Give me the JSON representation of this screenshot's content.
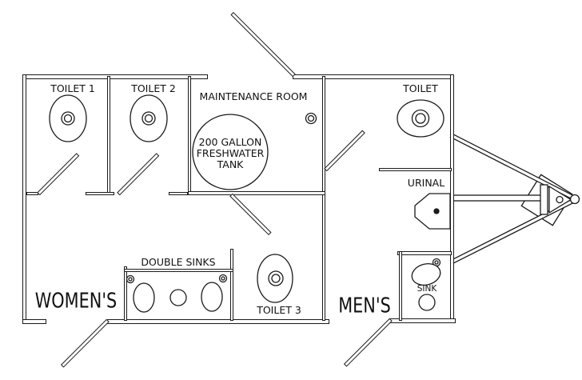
{
  "diagram": {
    "type": "restroom-trailer-floor-plan",
    "colors": {
      "line": "#1a1a1a",
      "background": "#ffffff"
    },
    "areas": {
      "womens": {
        "label": "WOMEN'S"
      },
      "mens": {
        "label": "MEN'S"
      },
      "maintenance_room": {
        "label": "MAINTENANCE ROOM"
      },
      "tank": {
        "line1": "200 GALLON",
        "line2": "FRESHWATER",
        "line3": "TANK"
      }
    },
    "fixtures": {
      "toilet1": {
        "label": "TOILET 1"
      },
      "toilet2": {
        "label": "TOILET 2"
      },
      "toilet3": {
        "label": "TOILET 3"
      },
      "mens_toilet": {
        "label": "TOILET"
      },
      "urinal": {
        "label": "URINAL"
      },
      "mens_sink": {
        "label": "SINK"
      },
      "double_sinks": {
        "label": "DOUBLE SINKS"
      }
    }
  }
}
